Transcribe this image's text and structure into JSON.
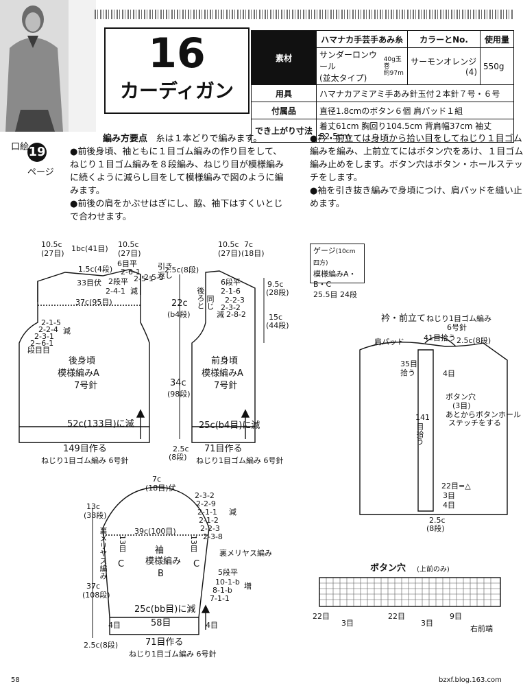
{
  "title": {
    "number": "16",
    "name": "カーディガン"
  },
  "materials": {
    "row1": {
      "head": "素材",
      "yarn_label": "ハマナカ手芸手あみ糸",
      "color_label": "カラーとNo.",
      "usage_label": "使用量"
    },
    "row2": {
      "yarn_name": "サンダーロンウール",
      "yarn_type": "(並太タイプ)",
      "ball": "40g玉巻",
      "length": "約97m",
      "color_name": "サーモンオレンジ",
      "color_no": "(4)",
      "usage": "550g"
    },
    "tools": {
      "head": "用具",
      "value": "ハマナカアミアミ手あみ針玉付２本針７号・６号"
    },
    "parts": {
      "head": "付属品",
      "value": "直径1.8cmのボタン６個 肩パッド１組"
    },
    "size": {
      "head": "でき上がり寸法",
      "value": "着丈61cm 胸回り104.5cm 背肩幅37cm 袖丈52.5cm"
    }
  },
  "kuchie": {
    "label": "口絵",
    "page": "19",
    "page_suffix": "ページ"
  },
  "instructions": {
    "header": "編み方要点",
    "header_note": "糸は１本どりで編みます。",
    "left": [
      "●前後身頃、袖ともに１目ゴム編みの作り目をして、",
      "ねじり１目ゴム編みを８段編み、ねじり目が模様編み",
      "に続くように減らし目をして模様編みで図のように編",
      "みます。",
      "●前後の肩をかぶせはぎにし、脇、袖下はすくいとじ",
      "で合わせます。"
    ],
    "right": [
      "●衿・前立ては身頃から拾い目をしてねじり１目ゴム",
      "編みを編み、上前立てにはボタン穴をあけ、１目ゴム",
      "編み止めをします。ボタン穴はボタン・ホールステッ",
      "チをします。",
      "●袖を引き抜き編みで身頃につけ、肩パッドを縫い止",
      "めます。"
    ]
  },
  "gauge": {
    "title": "ゲージ",
    "title_note": "(10cm四方)",
    "line1": "模様編みA・B・C",
    "line2": "25.5目 24段"
  },
  "back": {
    "top_left": "10.5c",
    "top_left_sts": "(27目)",
    "top_mid": "1bc(41目)",
    "top_right": "10.5c",
    "top_right_sts": "(27目)",
    "neck1": "6目平",
    "neck2": "2-6-1",
    "neck3": "2-5-1",
    "neck4": "1.5c(4段)",
    "shoulder1": "33目伏",
    "shoulder2": "2段平",
    "shoulder3": "2-4-1",
    "shoulder_dec": "減",
    "hikikaeshi1": "引き",
    "hikikaeshi2": "返し",
    "shoulder_rows": "2-5-3",
    "width_37": "37c(95目)",
    "arm1": "2-1-5",
    "arm2": "2-2-4",
    "arm3": "2-3-1",
    "arm4": "2~6-1",
    "arm_dec": "減",
    "arm_rows": "段目目",
    "name": "後身頃",
    "pattern": "模様編みA",
    "needle": "7号針",
    "hem_width": "52c(133目)に減",
    "cast_on": "149目作る",
    "rib": "ねじり1目ゴム編み 6号針"
  },
  "front": {
    "top_left": "10.5c",
    "top_left_sts": "(27目)",
    "top_right": "7c",
    "top_right_sts": "(18目)",
    "side1": "後ろと",
    "side2": "同じ",
    "neck1": "6段平",
    "neck2": "2-1-6",
    "neck3": "2-2-3",
    "neck4": "2-3-2",
    "neck5": "2-8-2",
    "neck_dec": "減",
    "name": "前身頃",
    "pattern": "模様編みA",
    "needle": "7号針",
    "hem_width": "25c(b4目)に減",
    "cast_on": "71目作る",
    "rib": "ねじり1目ゴム編み 6号針",
    "right1": "9.5c",
    "right1_rows": "(28段)",
    "right2": "15c",
    "right2_rows": "(44段)"
  },
  "middle_dims": {
    "a": "2.5c(8段)",
    "b": "22c",
    "b_rows": "(b4段)",
    "c": "34c",
    "c_rows": "(98段)",
    "d": "2.5c",
    "d_rows": "(8段)"
  },
  "sleeve": {
    "top": "7c",
    "top_sts": "(18目)伏",
    "r1": "2-3-2",
    "r2": "2-2-9",
    "r3": "2-1-1",
    "r4": "2-1-2",
    "r5": "2-2-3",
    "r6": "2-3-8",
    "dec": "減",
    "left_top": "13c",
    "left_top_rows": "(38段)",
    "width": "39c(100目)",
    "sts13a": "13目",
    "sts13b": "13目",
    "name": "袖",
    "pattern": "模様編み",
    "pattern_b": "B",
    "c_left": "C",
    "c_right": "C",
    "urame_left": "裏メリヤス編み",
    "urame_right": "裏メリヤス編み",
    "inc1": "5段平",
    "inc2": "10-1-b",
    "inc3": "8-1-b",
    "inc4": "7-1-1",
    "inc_label": "増",
    "left_mid": "37c",
    "left_mid_rows": "(108段)",
    "hem": "25c(bb目)に減",
    "sts4a": "4目",
    "sts4b": "4目",
    "bottom": "58目",
    "left_bot": "2.5c(8段)",
    "cast_on": "71目作る",
    "rib": "ねじり1目ゴム編み 6号針"
  },
  "collar": {
    "title": "衿・前立て",
    "title_rib": "ねじり1目ゴム編み",
    "title_needle": "6号針",
    "pad": "肩パッド",
    "pick1": "41目拾う",
    "pick1_dim": "2.5c(8段)",
    "pick2": "35目",
    "pick2b": "拾う",
    "pick4": "4目",
    "bh1": "ボタン穴",
    "bh2": "(3目)",
    "bh3": "あとからボタンホール",
    "bh4": "ステッチをする",
    "pick141": "141",
    "pick141b": "目拾う",
    "s22": "22目=△",
    "s3": "3目",
    "s4": "4目",
    "bottom_dim": "2.5c",
    "bottom_rows": "(8段)"
  },
  "buttonhole": {
    "title": "ボタン穴",
    "title_note": "(上前のみ)",
    "lbl1": "22目",
    "lbl2": "3目",
    "lbl3": "22目",
    "lbl4": "3目",
    "lbl5": "9目",
    "lbl6": "右前端"
  },
  "footer": {
    "page": "58",
    "url": "bzxf.blog.163.com"
  }
}
